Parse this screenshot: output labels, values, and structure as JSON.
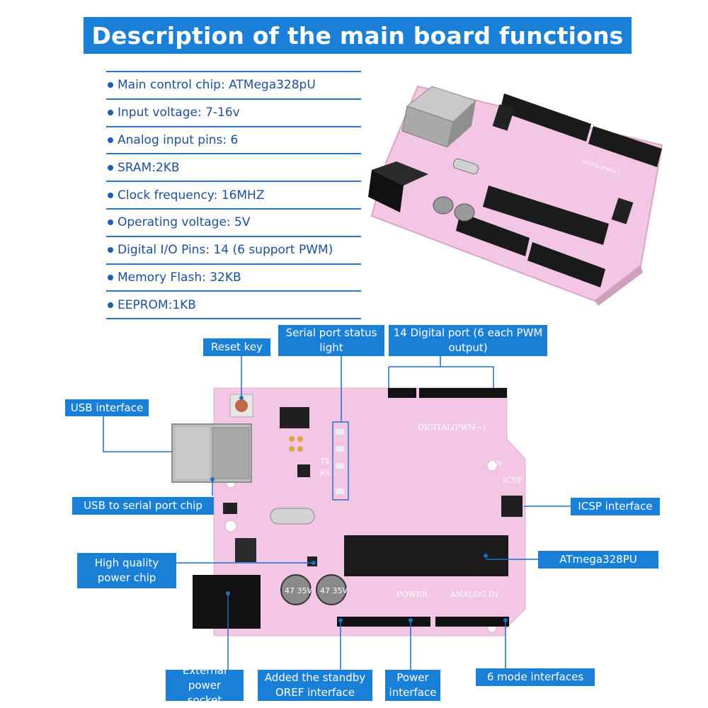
{
  "title": "Description of the main board functions",
  "specs": [
    "Main control chip: ATMega328pU",
    "Input voltage: 7-16v",
    "Analog input pins: 6",
    "SRAM:2KB",
    "Clock frequency: 16MHZ",
    "Operating voltage: 5V",
    "Digital I/O Pins: 14 (6 support PWM)",
    "Memory Flash: 32KB",
    "EEPROM:1KB"
  ],
  "labels": {
    "reset_key": "Reset key",
    "serial_status": "Serial port status light",
    "digital_port": "14 Digital port (6 each PWM output)",
    "usb_interface": "USB interface",
    "usb_serial_chip": "USB to serial port chip",
    "power_chip": "High quality power chip",
    "icsp": "ICSP interface",
    "atmega": "ATmega328PU",
    "external_power": "External power socket",
    "standby_oref": "Added the standby OREF interface",
    "power_interface": "Power interface",
    "mode_interfaces": "6 mode interfaces"
  },
  "board_text": {
    "digital": "DIGITAL(PWM~)",
    "power": "POWER",
    "analog_in": "ANALOG IN",
    "icsp": "ICSP",
    "on": "ON",
    "tx": "TX",
    "rx": "RX",
    "cap_left": "47 35V",
    "cap_right": "47 35V"
  },
  "colors": {
    "label_bg": "#1a7fd6",
    "board": "#f2c6e4",
    "usb_metal": "#b8b8b8"
  }
}
